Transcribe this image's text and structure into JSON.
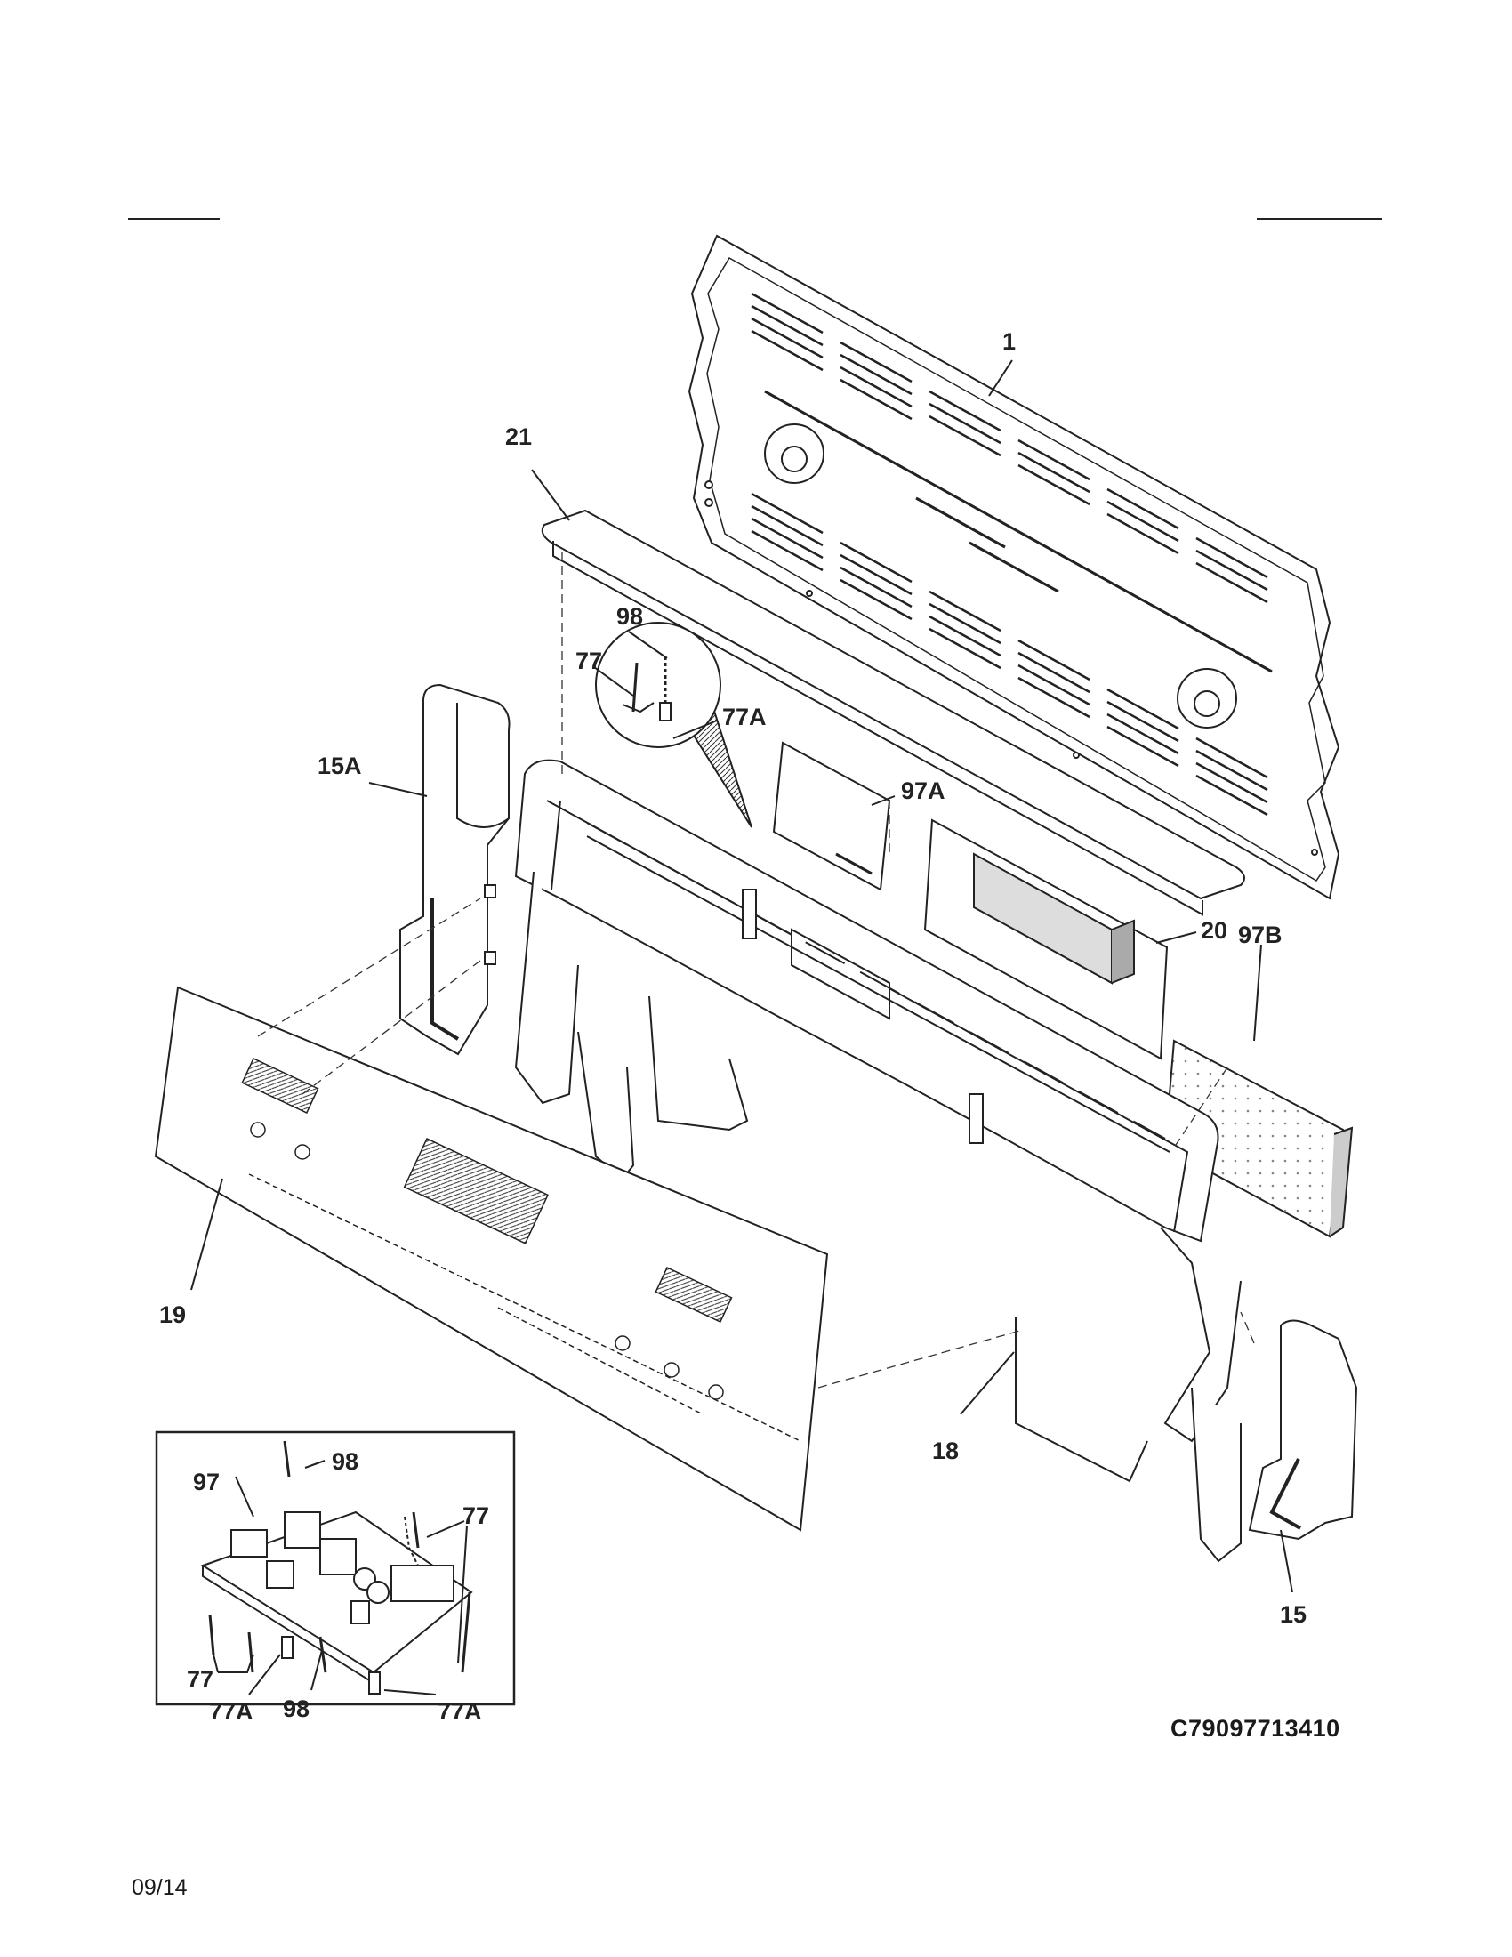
{
  "labels": {
    "part_1": "1",
    "part_21": "21",
    "part_98_top": "98",
    "part_77_top": "77",
    "part_77a_top": "77A",
    "part_15a": "15A",
    "part_97a": "97A",
    "part_20": "20",
    "part_97b": "97B",
    "part_19": "19",
    "part_18": "18",
    "part_15": "15",
    "inset_97": "97",
    "inset_98_top": "98",
    "inset_77_right": "77",
    "inset_77_left": "77",
    "inset_77a_left": "77A",
    "inset_98_bottom": "98",
    "inset_77a_right": "77A"
  },
  "diagram_code": "C79097713410",
  "date": "09/14",
  "colors": {
    "line": "#222222",
    "panel": "#ffffff",
    "shade": "#cfcfcf"
  }
}
